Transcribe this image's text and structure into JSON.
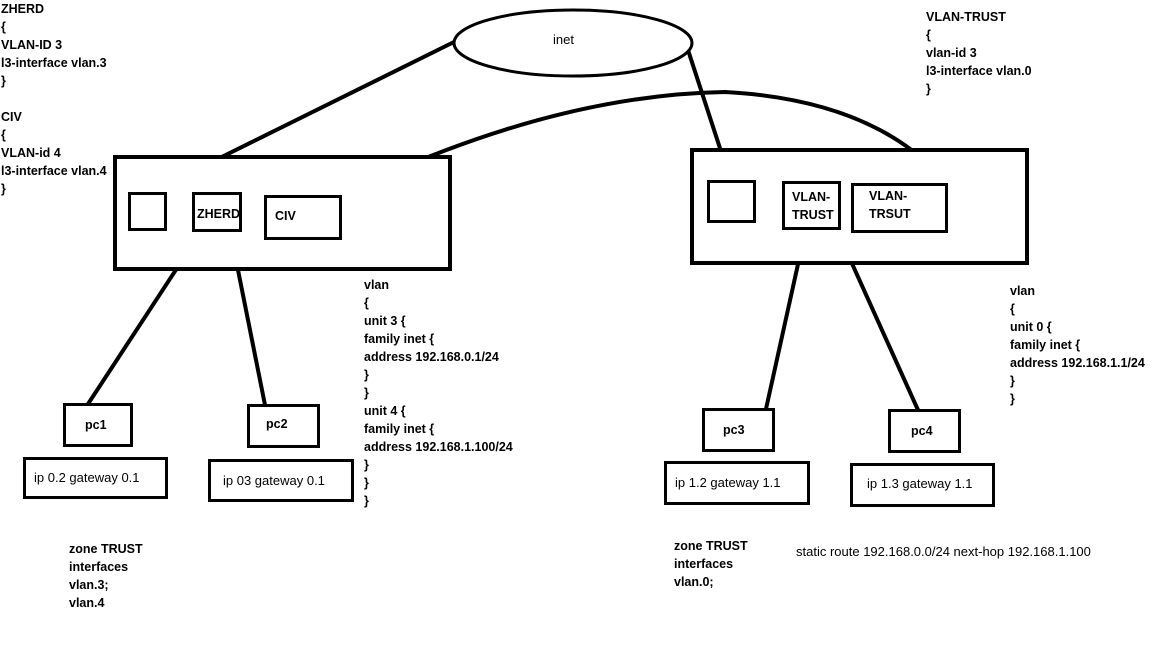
{
  "config_zherd": [
    "ZHERD",
    "{",
    "VLAN-ID 3",
    "l3-interface vlan.3",
    "}"
  ],
  "config_civ": [
    "CIV",
    "{",
    "VLAN-id 4",
    "l3-interface vlan.4",
    "}"
  ],
  "config_vlan_trust": [
    "VLAN-TRUST",
    "{",
    "vlan-id 3",
    "l3-interface vlan.0",
    "}"
  ],
  "cloud_label": "inet",
  "switch_left": {
    "port_zherd": "ZHERD",
    "port_civ": "CIV"
  },
  "switch_right": {
    "port_vlan_trust": [
      "VLAN-",
      "TRUST"
    ],
    "port_vlan_trsut": [
      "VLAN-",
      "TRSUT"
    ]
  },
  "vlan_config_left": [
    "vlan",
    "{",
    "unit 3 {",
    "family inet {",
    "address 192.168.0.1/24",
    "}",
    "}",
    "unit 4 {",
    "family inet {",
    "address 192.168.1.100/24",
    "}",
    "}",
    "}"
  ],
  "vlan_config_right": [
    "vlan",
    "{",
    "unit 0 {",
    "family inet {",
    "address 192.168.1.1/24",
    "}",
    "}"
  ],
  "pcs": [
    {
      "name": "pc1",
      "ip": "ip 0.2 gateway 0.1"
    },
    {
      "name": "pc2",
      "ip": "ip 03 gateway 0.1"
    },
    {
      "name": "pc3",
      "ip": "ip 1.2 gateway 1.1"
    },
    {
      "name": "pc4",
      "ip": "ip 1.3 gateway 1.1"
    }
  ],
  "zone_left": [
    "zone TRUST",
    "interfaces",
    "vlan.3;",
    "vlan.4"
  ],
  "zone_right": [
    "zone TRUST",
    "interfaces",
    "vlan.0;"
  ],
  "static_route": "static route 192.168.0.0/24 next-hop 192.168.1.100"
}
